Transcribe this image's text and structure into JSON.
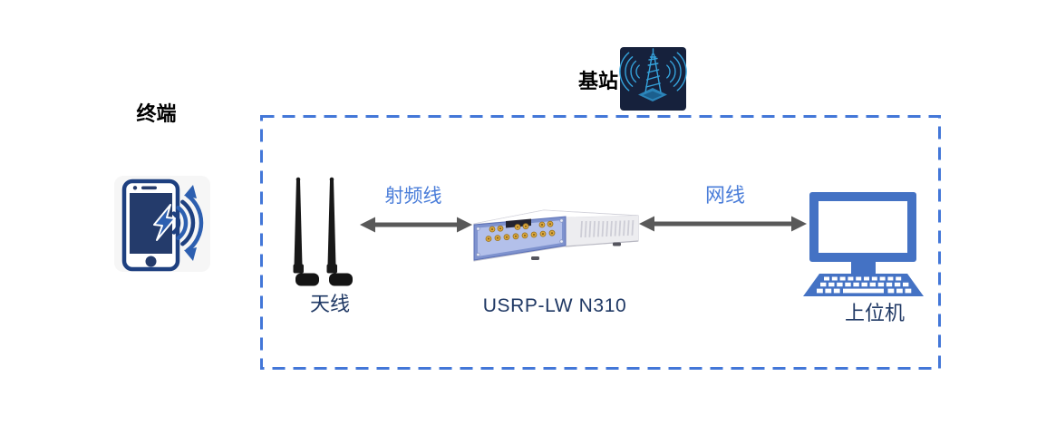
{
  "colors": {
    "boundary_dash": "#4377d8",
    "arrow_gray": "#595959",
    "cable_label_blue": "#4a7dd9",
    "device_label_navy": "#1f3864",
    "outer_label_black": "#000000",
    "monitor_blue": "#4472c4",
    "tower_icon_bg": "#16213c",
    "tower_icon_stroke": "#35a3dc",
    "phone_navy": "#1e4080",
    "usrp_panel_blue": "#7e92ce",
    "connector_gold": "#dba73e"
  },
  "outside": {
    "terminal": {
      "label": "终端",
      "icon": "smartphone-wireless-icon"
    },
    "base_station": {
      "label": "基站",
      "icon": "cell-tower-icon"
    }
  },
  "enclosure": {
    "antenna": {
      "label": "天线",
      "icon": "dual-antenna-icon"
    },
    "usrp": {
      "label": "USRP-LW N310",
      "icon": "usrp-device-icon"
    },
    "host_pc": {
      "label": "上位机",
      "icon": "desktop-computer-icon"
    },
    "links": [
      {
        "label": "射频线",
        "from": "天线",
        "to": "USRP-LW N310",
        "icon": "double-arrow-icon"
      },
      {
        "label": "网线",
        "from": "USRP-LW N310",
        "to": "上位机",
        "icon": "double-arrow-icon"
      }
    ]
  }
}
